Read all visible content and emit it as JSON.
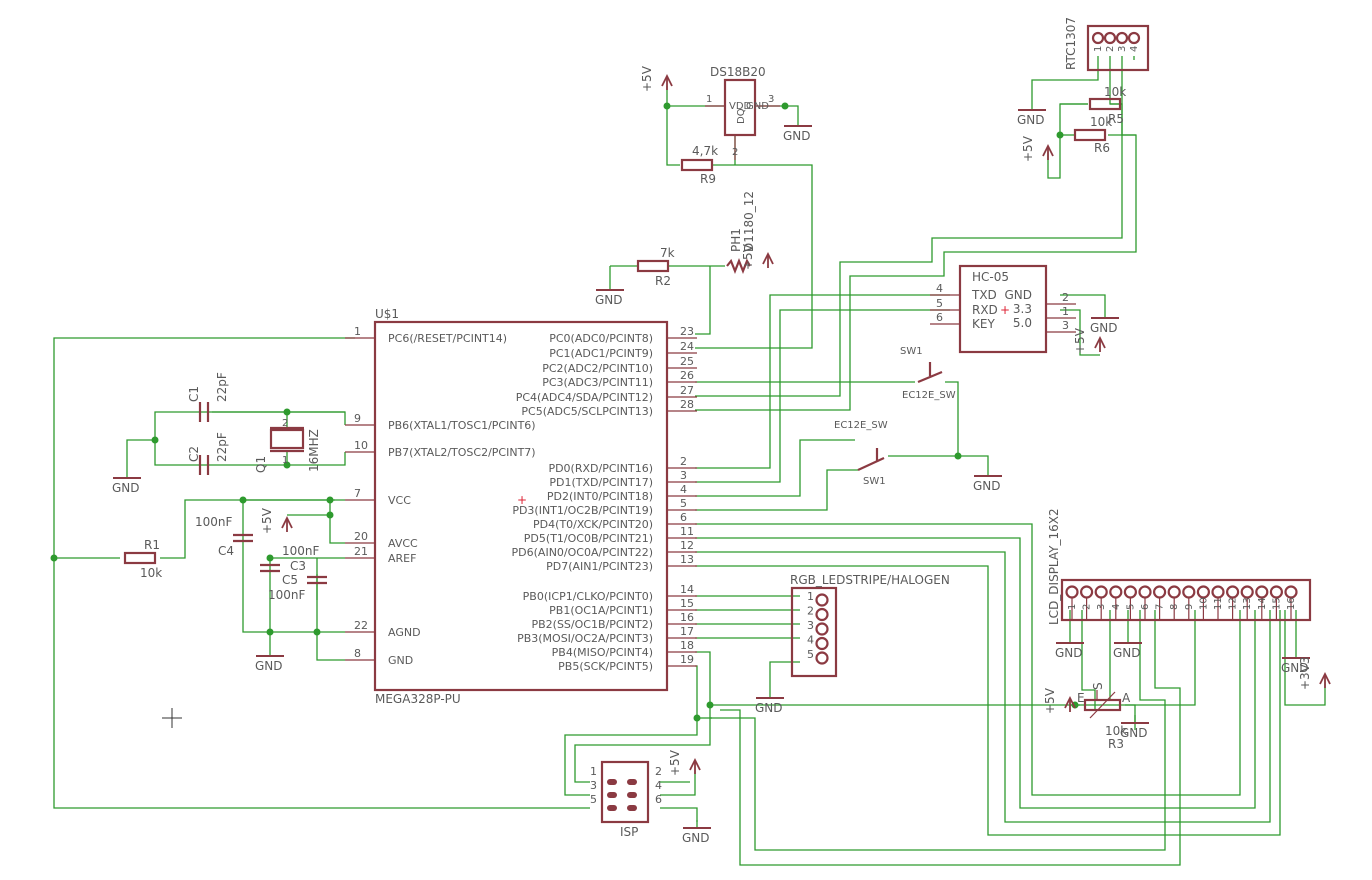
{
  "mcu": {
    "name": "U$1",
    "value": "MEGA328P-PU",
    "pins_left": [
      {
        "num": "1",
        "label": "PC6(/RESET/PCINT14)"
      },
      {
        "num": "9",
        "label": "PB6(XTAL1/TOSC1/PCINT6)"
      },
      {
        "num": "10",
        "label": "PB7(XTAL2/TOSC2/PCINT7)"
      },
      {
        "num": "7",
        "label": "VCC"
      },
      {
        "num": "20",
        "label": "AVCC"
      },
      {
        "num": "21",
        "label": "AREF"
      },
      {
        "num": "22",
        "label": "AGND"
      },
      {
        "num": "8",
        "label": "GND"
      }
    ],
    "pins_right": [
      {
        "num": "23",
        "label": "PC0(ADC0/PCINT8)"
      },
      {
        "num": "24",
        "label": "PC1(ADC1/PCINT9)"
      },
      {
        "num": "25",
        "label": "PC2(ADC2/PCINT10)"
      },
      {
        "num": "26",
        "label": "PC3(ADC3/PCINT11)"
      },
      {
        "num": "27",
        "label": "PC4(ADC4/SDA/PCINT12)"
      },
      {
        "num": "28",
        "label": "PC5(ADC5/SCLPCINT13)"
      },
      {
        "num": "2",
        "label": "PD0(RXD/PCINT16)"
      },
      {
        "num": "3",
        "label": "PD1(TXD/PCINT17)"
      },
      {
        "num": "4",
        "label": "PD2(INT0/PCINT18)"
      },
      {
        "num": "5",
        "label": "PD3(INT1/OC2B/PCINT19)"
      },
      {
        "num": "6",
        "label": "PD4(T0/XCK/PCINT20)"
      },
      {
        "num": "11",
        "label": "PD5(T1/OC0B/PCINT21)"
      },
      {
        "num": "12",
        "label": "PD6(AIN0/OC0A/PCINT22)"
      },
      {
        "num": "13",
        "label": "PD7(AIN1/PCINT23)"
      },
      {
        "num": "14",
        "label": "PB0(ICP1/CLKO/PCINT0)"
      },
      {
        "num": "15",
        "label": "PB1(OC1A/PCINT1)"
      },
      {
        "num": "16",
        "label": "PB2(SS/OC1B/PCINT2)"
      },
      {
        "num": "17",
        "label": "PB3(MOSI/OC2A/PCINT3)"
      },
      {
        "num": "18",
        "label": "PB4(MISO/PCINT4)"
      },
      {
        "num": "19",
        "label": "PB5(SCK/PCINT5)"
      }
    ]
  },
  "ds18b20": {
    "name": "DS18B20",
    "pin1": "1",
    "pin2": "2",
    "pin3": "3",
    "vdd": "VDD",
    "gnd": "GND",
    "dq": "DQ"
  },
  "rtc": {
    "name": "RTC1307",
    "pins": [
      "1",
      "2",
      "3",
      "4"
    ]
  },
  "hc05": {
    "name": "HC-05",
    "left_pins": [
      {
        "num": "4",
        "label": "TXD"
      },
      {
        "num": "5",
        "label": "RXD"
      },
      {
        "num": "6",
        "label": "KEY"
      }
    ],
    "right_pins": [
      {
        "num": "1",
        "label": "GND"
      },
      {
        "num": "2",
        "label": "3.3"
      },
      {
        "num": "3",
        "label": "5.0"
      }
    ]
  },
  "lcd": {
    "name": "LCD_DISPLAY_16X2",
    "pins": [
      "1",
      "2",
      "3",
      "4",
      "5",
      "6",
      "7",
      "8",
      "9",
      "10",
      "11",
      "12",
      "13",
      "14",
      "15",
      "16"
    ]
  },
  "rgb": {
    "name": "RGB_LEDSTRIPE/HALOGEN",
    "pins": [
      "1",
      "2",
      "3",
      "4",
      "5"
    ]
  },
  "isp": {
    "name": "ISP",
    "pins": [
      "1",
      "2",
      "3",
      "4",
      "5",
      "6"
    ]
  },
  "components": {
    "r1": {
      "name": "R1",
      "value": "10k"
    },
    "r2": {
      "name": "R2",
      "value": "7k"
    },
    "r3": {
      "name": "R3",
      "value": "10k",
      "pin_e": "E",
      "pin_s": "S",
      "pin_a": "A"
    },
    "r5": {
      "name": "R5",
      "value": "10k"
    },
    "r6": {
      "name": "R6",
      "value": "10k"
    },
    "r9": {
      "name": "R9",
      "value": "4,7k"
    },
    "c1": {
      "name": "C1",
      "value": "22pF"
    },
    "c2": {
      "name": "C2",
      "value": "22pF"
    },
    "c3": {
      "name": "C3",
      "value": "100nF"
    },
    "c4": {
      "name": "C4",
      "value": "100nF"
    },
    "c5": {
      "name": "C5",
      "value": "100nF"
    },
    "q1": {
      "name": "Q1",
      "value": "16MHZ",
      "pin1": "1",
      "pin2": "2"
    },
    "ph1": {
      "name": "PH1",
      "value": "D1180_12"
    },
    "sw1a": {
      "name": "SW1",
      "value": "EC12E_SW"
    },
    "sw1b": {
      "name": "SW1",
      "value": "EC12E_SW"
    }
  },
  "power": {
    "gnd": "GND",
    "v5": "+5V",
    "v33": "+3V3"
  },
  "colors": {
    "wire": "#2e9a2e",
    "part": "#8b3a42",
    "text": "#5a5a5a"
  }
}
